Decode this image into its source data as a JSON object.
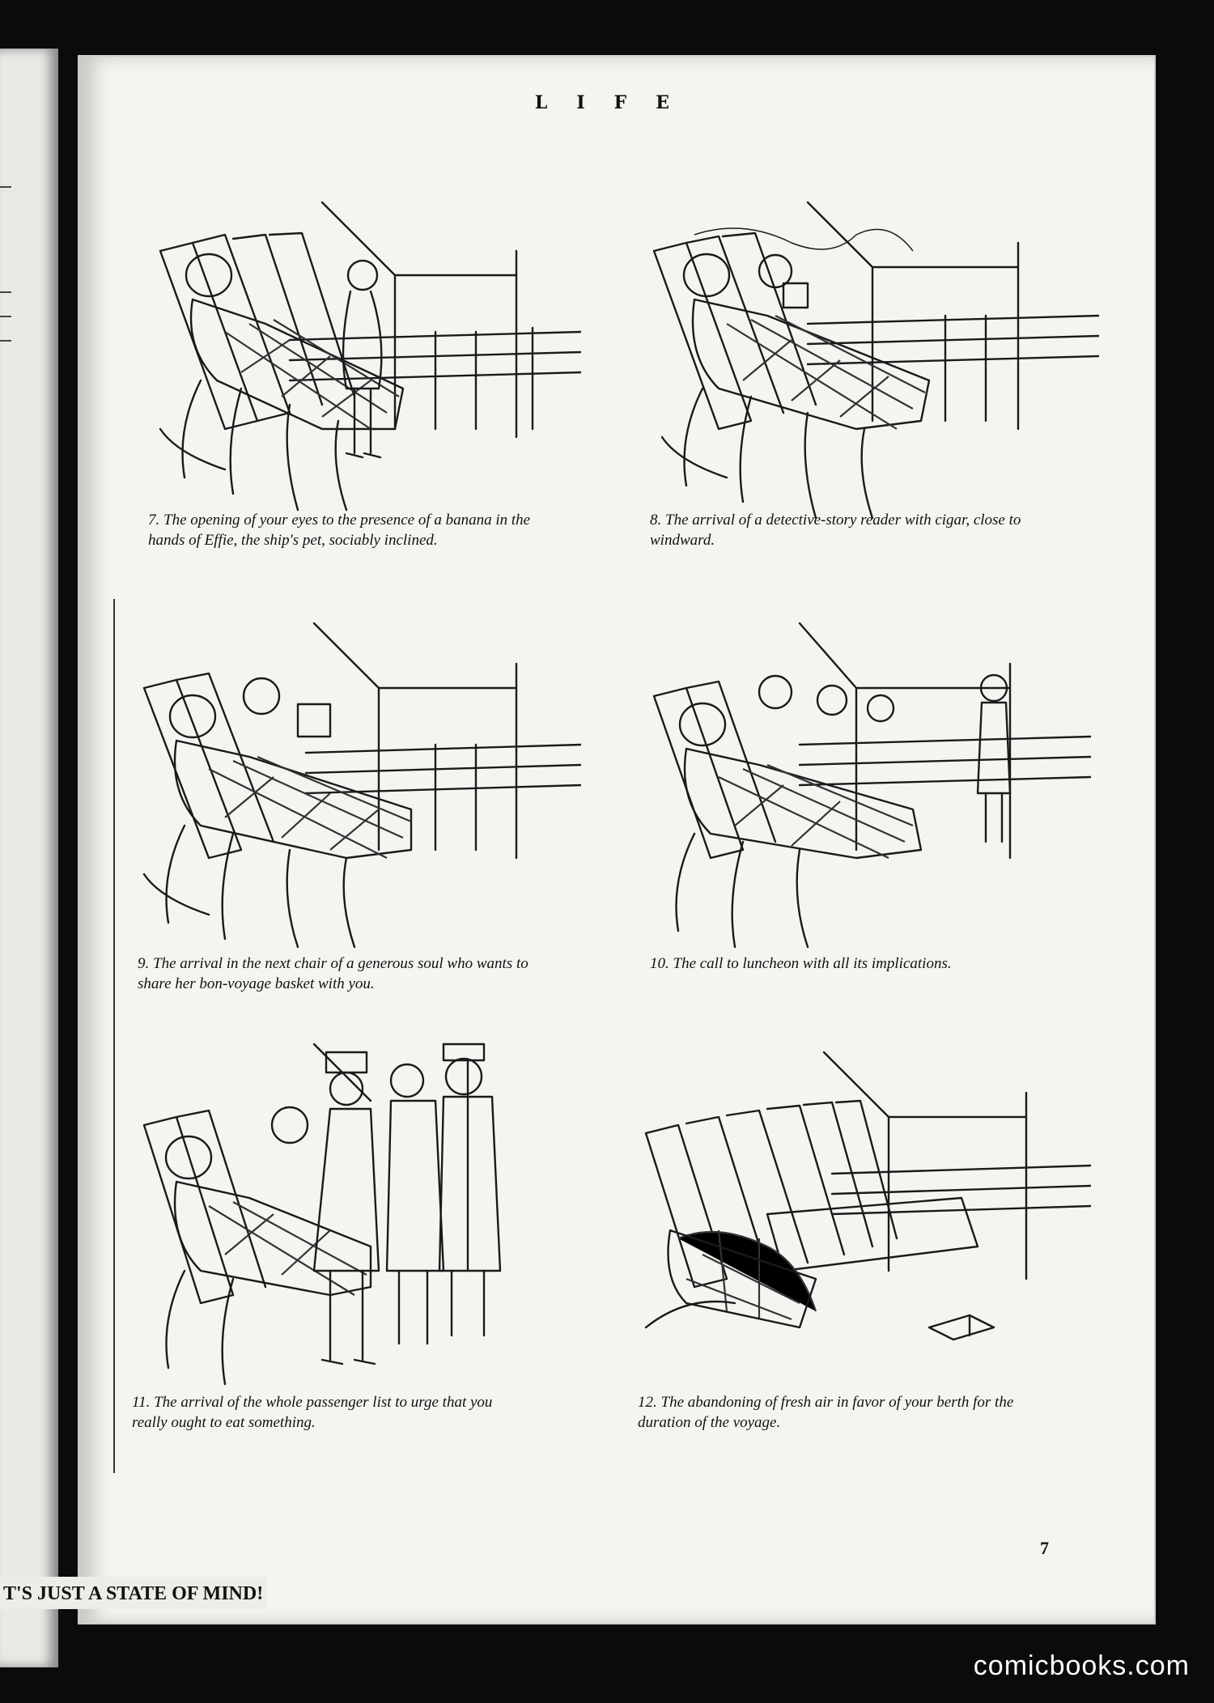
{
  "facing_footer": "T'S JUST A STATE OF MIND!",
  "masthead": "LIFE",
  "page_number": "7",
  "watermark": "comicbooks.com",
  "panels": [
    {
      "number": "7",
      "caption": "7. The opening of your eyes to the presence of a banana in the hands of Effie, the ship's pet, sociably inclined."
    },
    {
      "number": "8",
      "caption": "8. The arrival of a detective-story reader with cigar, close to windward."
    },
    {
      "number": "9",
      "caption": "9. The arrival in the next chair of a generous soul who wants to share her bon-voyage basket with you."
    },
    {
      "number": "10",
      "caption": "10. The call to luncheon with all its implications."
    },
    {
      "number": "11",
      "caption": "11. The arrival of the whole passenger list to urge that you really ought to eat something."
    },
    {
      "number": "12",
      "caption": "12. The abandoning of fresh air in favor of your berth for the duration of the voyage."
    }
  ]
}
